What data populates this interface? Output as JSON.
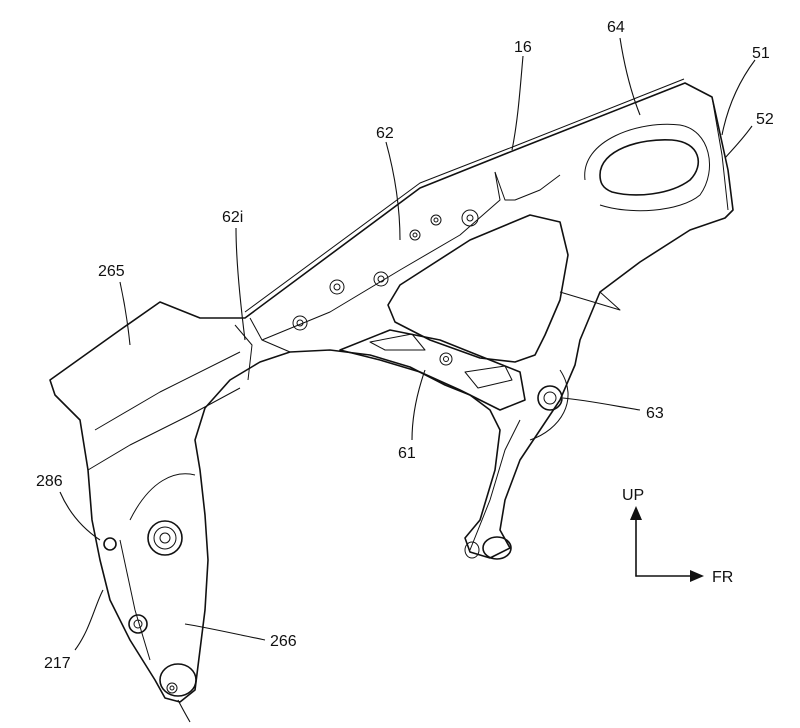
{
  "figure": {
    "labels": {
      "l16": "16",
      "l64": "64",
      "l51": "51",
      "l52": "52",
      "l62": "62",
      "l62i": "62i",
      "l265": "265",
      "l61": "61",
      "l63": "63",
      "l286": "286",
      "l217": "217",
      "l266": "266"
    },
    "axes": {
      "up": "UP",
      "forward": "FR"
    }
  }
}
